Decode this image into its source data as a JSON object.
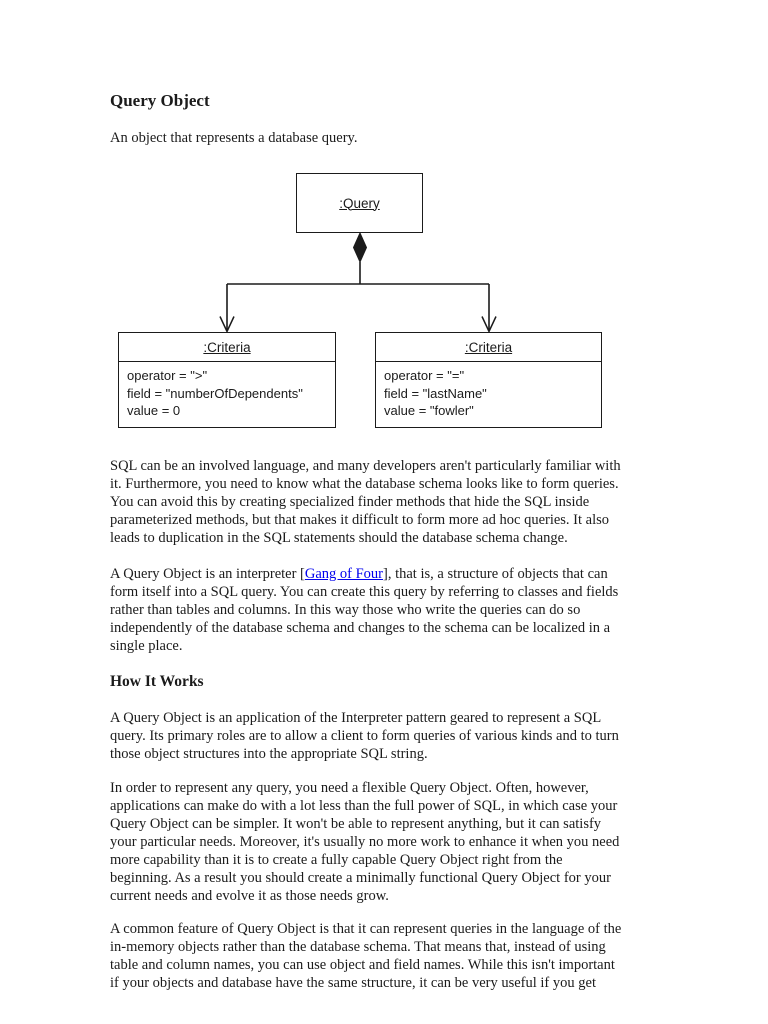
{
  "page": {
    "title": "Query Object",
    "intro": "An object that represents a database query.",
    "paragraph_sql": "SQL can be an involved language, and many developers aren't particularly familiar with\nit. Furthermore, you need to know what the database schema looks like to form queries.\nYou can avoid this by creating specialized finder methods that hide the SQL inside\nparameterized methods, but that makes it difficult to form more ad hoc queries. It also\nleads to duplication in the SQL statements should the database schema change.",
    "paragraph_interpreter": {
      "before": "A Query Object is an interpreter [",
      "link": "Gang of Four",
      "after": "], that is, a structure of objects that can\nform itself into a SQL query. You can create this query by referring to classes and fields\nrather than tables and columns. In this way those who write the queries can do so\nindependently of the database schema and changes to the schema can be localized in a\nsingle place."
    },
    "section_heading": "How It Works",
    "paragraph_roles": "A Query Object is an application of the Interpreter pattern geared to represent a SQL\nquery. Its primary roles are to allow a client to form queries of various kinds and to turn\nthose object structures into the appropriate SQL string.",
    "paragraph_flexible": "In order to represent any query, you need a flexible Query Object. Often, however,\napplications can make do with a lot less than the full power of SQL, in which case your\nQuery Object can be simpler. It won't be able to represent anything, but it can satisfy\nyour particular needs. Moreover, it's usually no more work to enhance it when you need\nmore capability than it is to create a fully capable Query Object right from the\nbeginning. As a result you should create a minimally functional Query Object for your\ncurrent needs and evolve it as those needs grow.",
    "paragraph_common": "A common feature of Query Object is that it can represent queries in the language of the\nin-memory objects rather than the database schema. That means that, instead of using\ntable and column names, you can use object and field names. While this isn't important\nif your objects and database have the same structure, it can be very useful if you get"
  },
  "diagram": {
    "query_box": {
      "title": ":Query"
    },
    "criteria_left": {
      "title": ":Criteria",
      "attributes": "operator = \">\"\nfield = \"numberOfDependents\"\nvalue = 0"
    },
    "criteria_right": {
      "title": ":Criteria",
      "attributes": "operator = \"=\"\nfield = \"lastName\"\nvalue = \"fowler\""
    }
  },
  "colors": {
    "ink": "#1b1b1b",
    "background": "#ffffff",
    "link": "#0000EE"
  }
}
